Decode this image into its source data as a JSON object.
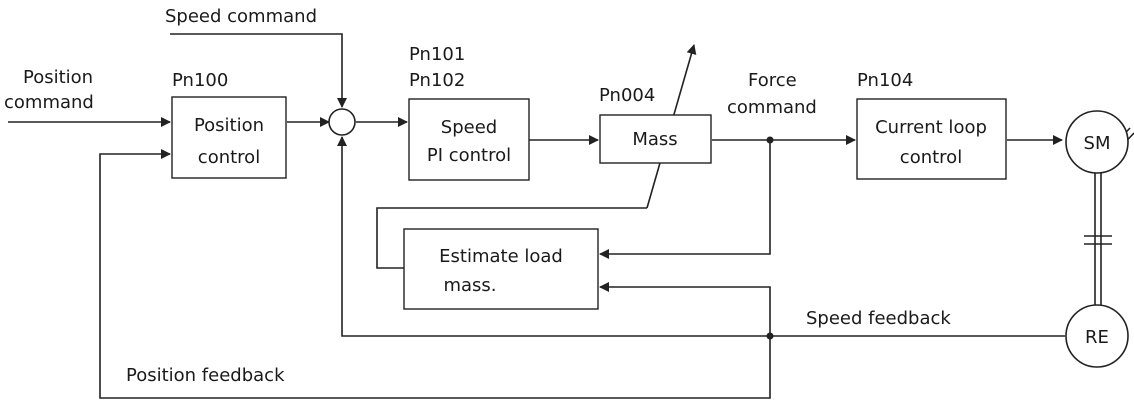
{
  "labels": {
    "speed_command": "Speed command",
    "position_command_line1": "Position",
    "position_command_line2": "command",
    "pn100": "Pn100",
    "pn101": "Pn101",
    "pn102": "Pn102",
    "pn004": "Pn004",
    "pn104": "Pn104",
    "force_command_line1": "Force",
    "force_command_line2": "command",
    "speed_feedback": "Speed feedback",
    "position_feedback": "Position feedback"
  },
  "blocks": {
    "position_control_line1": "Position",
    "position_control_line2": "control",
    "speed_pi_line1": "Speed",
    "speed_pi_line2": "PI control",
    "mass": "Mass",
    "current_loop_line1": "Current loop",
    "current_loop_line2": "control",
    "estimate_line1": "Estimate load",
    "estimate_line2": "mass.",
    "sm": "SM",
    "re": "RE"
  }
}
